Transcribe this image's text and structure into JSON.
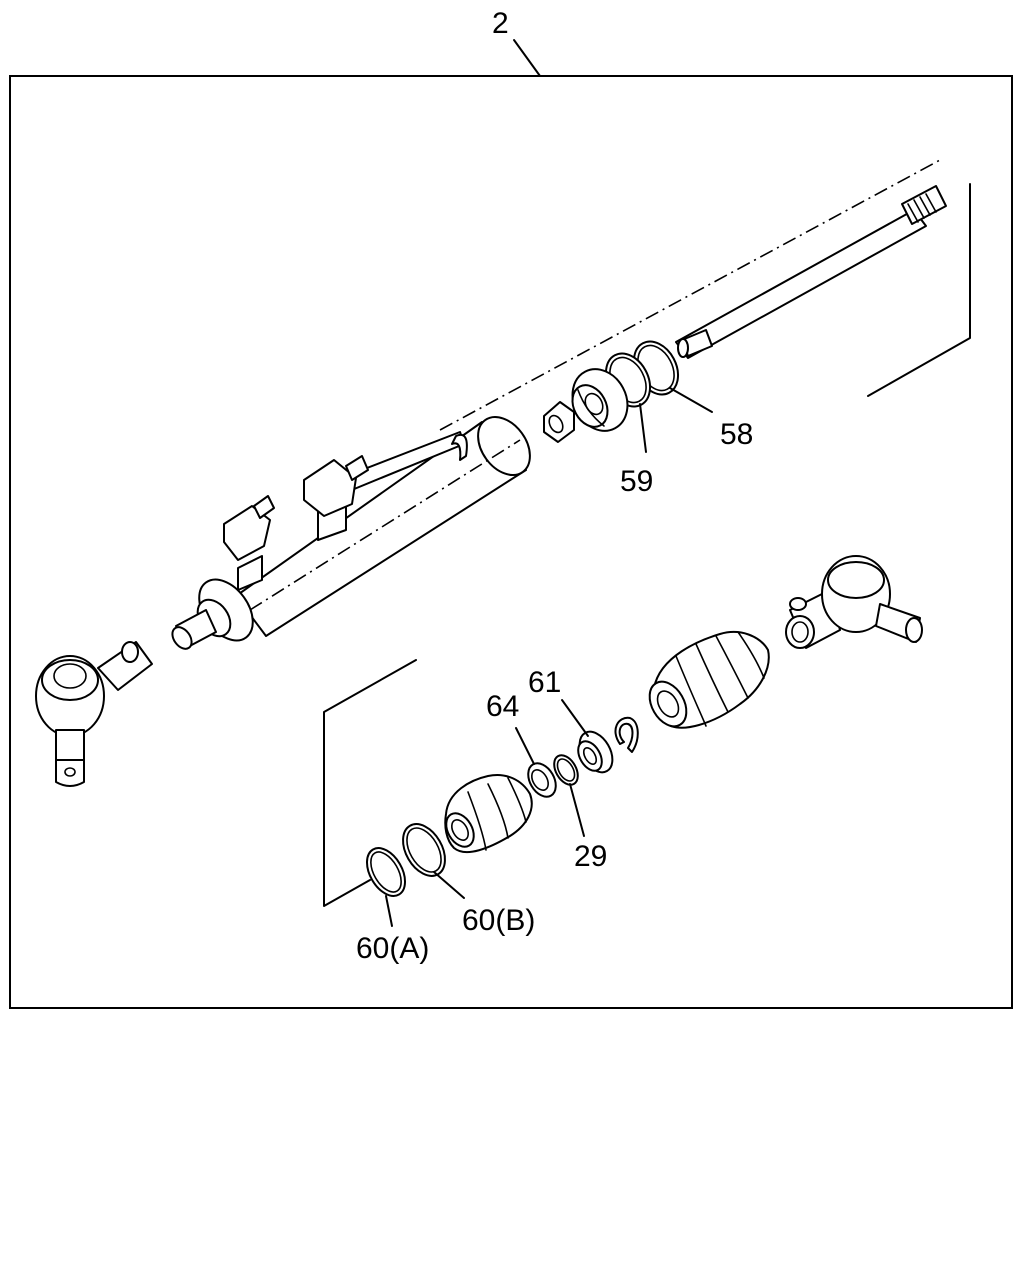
{
  "labels": {
    "assembly": "2",
    "p58": "58",
    "p59": "59",
    "p64": "64",
    "p61": "61",
    "p29": "29",
    "p60b": "60(B)",
    "p60a": "60(A)"
  }
}
